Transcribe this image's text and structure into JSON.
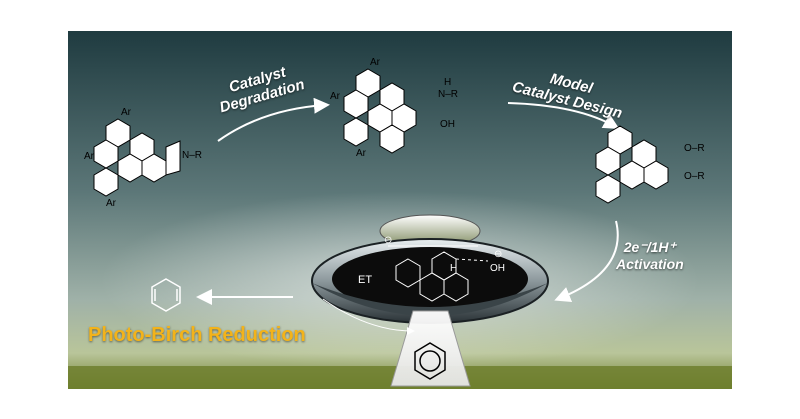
{
  "labels": {
    "degradation_line1": "Catalyst",
    "degradation_line2": "Degradation",
    "design_line1": "Model",
    "design_line2": "Catalyst Design",
    "activation_line1": "2e⁻/1H⁺",
    "activation_line2": "Activation",
    "reduction": "Photo-Birch Reduction",
    "electron_transfer": "ET"
  },
  "molecule_labels": {
    "aryl": "Ar",
    "imide_n": "N–R",
    "amide_nh": "N–R",
    "amide_h": "H",
    "acid": "OH",
    "ester_top": "O–R",
    "ester_bottom": "O–R",
    "ufo_h": "H",
    "ufo_oh": "OH",
    "charge_minus": "⊖"
  },
  "colors": {
    "reduction_text": "#f3b31a",
    "background_top": "#1f3b40",
    "background_bottom": "#b9c59a",
    "ground": "#6e7f2e",
    "arrow": "#ffffff"
  }
}
